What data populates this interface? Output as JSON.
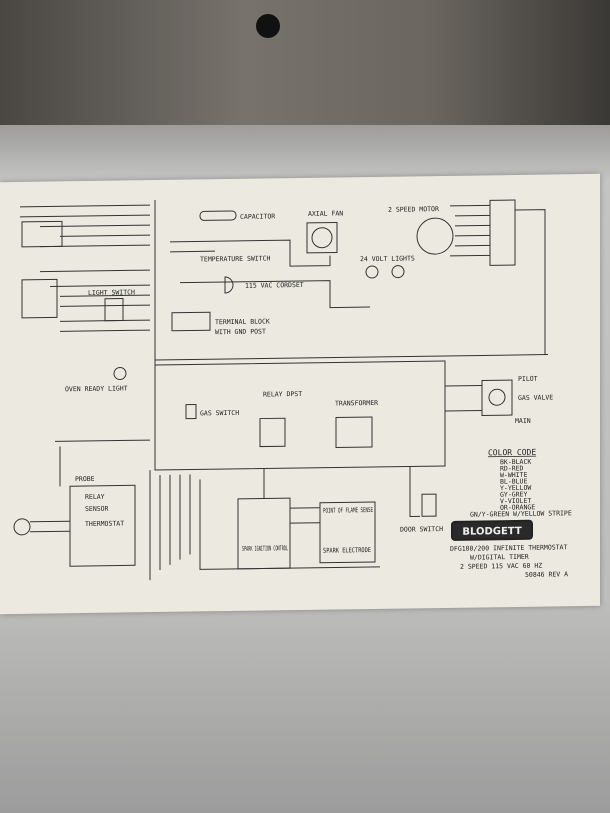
{
  "labels": {
    "capacitor": "CAPACITOR",
    "axial_fan": "AXIAL FAN",
    "temp_switch": "TEMPERATURE SWITCH",
    "cordset": "115 VAC CORDSET",
    "terminal_block": "TERMINAL BLOCK",
    "terminal_block2": "WITH GND POST",
    "motor": "2 SPEED MOTOR",
    "lights": "24 VOLT LIGHTS",
    "light_switch": "LIGHT SWITCH",
    "oven_ready": "OVEN READY LIGHT",
    "gas_switch": "GAS SWITCH",
    "relay": "RELAY DPST",
    "transformer": "TRANSFORMER",
    "pilot": "PILOT",
    "gas_valve": "GAS VALVE",
    "main": "MAIN",
    "door_switch": "DOOR SWITCH",
    "probe": "PROBE",
    "relay_pin": "RELAY",
    "sensor": "SENSOR",
    "thermostat": "THERMOSTAT",
    "spark_control": "SPARK IGNITION CONTROL",
    "flame_sense": "POINT OF FLAME SENSE",
    "spark_electrode": "SPARK ELECTRODE"
  },
  "color_code": {
    "title": "COLOR CODE",
    "entries": [
      "BK-BLACK",
      "RD-RED",
      "W-WHITE",
      "BL-BLUE",
      "Y-YELLOW",
      "GY-GREY",
      "V-VIOLET",
      "OR-ORANGE",
      "GN/Y-GREEN W/YELLOW STRIPE"
    ]
  },
  "title_block": {
    "brand": "BLODGETT",
    "line1": "DFG100/200 INFINITE THERMOSTAT",
    "line2": "W/DIGITAL TIMER",
    "line3": "2 SPEED 115 VAC 60 HZ",
    "rev": "50846 REV A"
  }
}
